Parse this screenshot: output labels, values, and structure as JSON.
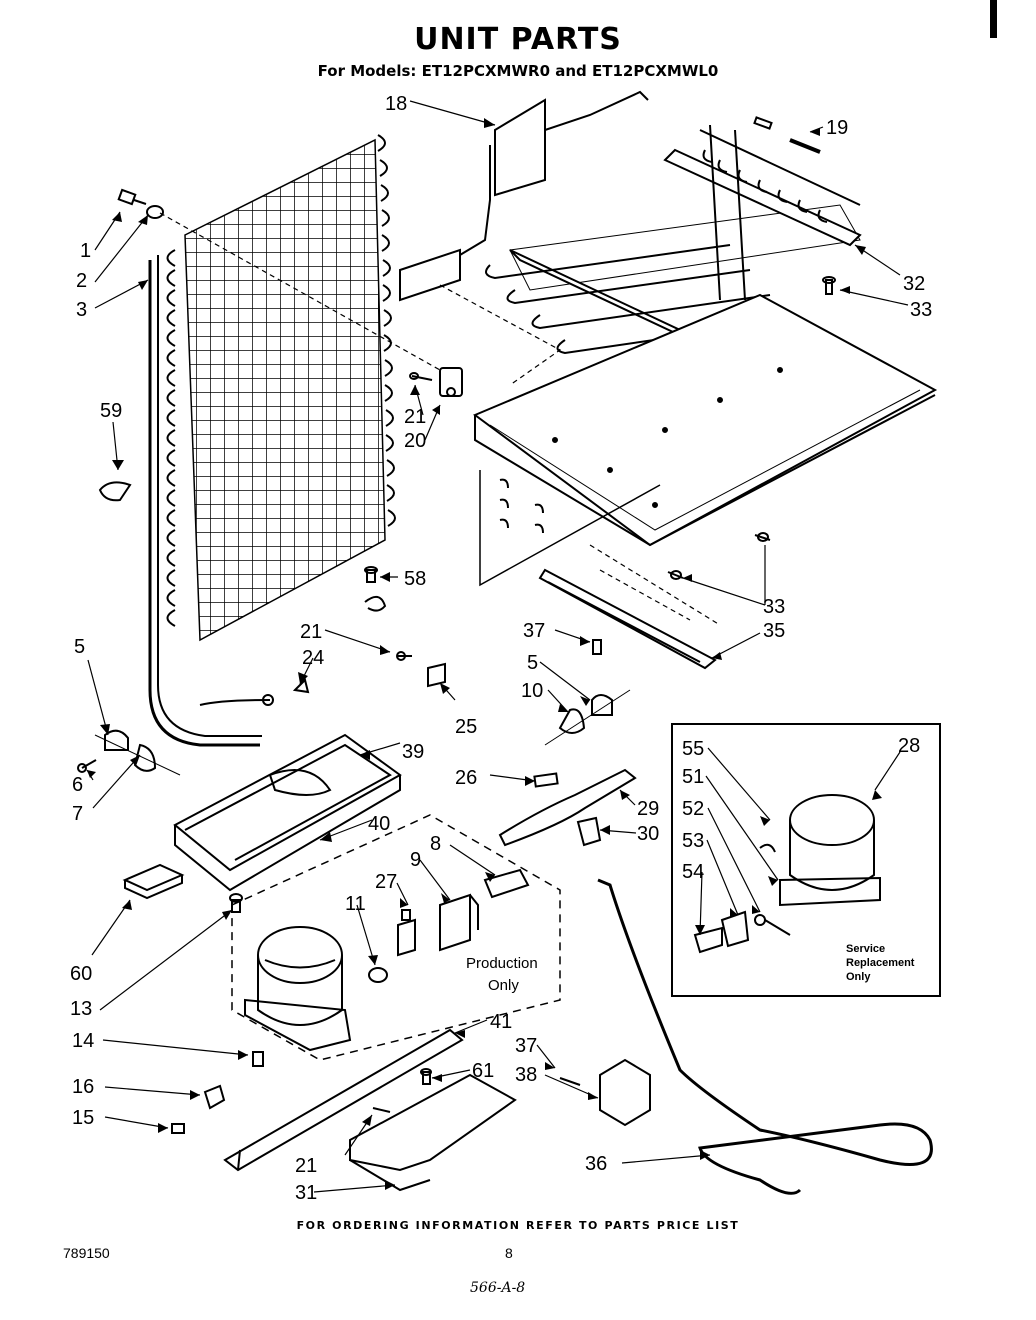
{
  "header": {
    "title": "UNIT PARTS",
    "subtitle": "For Models: ET12PCXMWR0 and ET12PCXMWL0"
  },
  "callouts": {
    "c1": "1",
    "c2": "2",
    "c3": "3",
    "c5a": "5",
    "c5b": "5",
    "c6": "6",
    "c7": "7",
    "c8": "8",
    "c9": "9",
    "c10": "10",
    "c11": "11",
    "c13": "13",
    "c14": "14",
    "c15": "15",
    "c16": "16",
    "c18": "18",
    "c19": "19",
    "c20": "20",
    "c21a": "21",
    "c21b": "21",
    "c21c": "21",
    "c24": "24",
    "c25": "25",
    "c26": "26",
    "c27": "27",
    "c28": "28",
    "c29": "29",
    "c30": "30",
    "c31": "31",
    "c32": "32",
    "c33a": "33",
    "c33b": "33",
    "c35": "35",
    "c36": "36",
    "c37a": "37",
    "c37b": "37",
    "c38": "38",
    "c39": "39",
    "c40": "40",
    "c41": "41",
    "c51": "51",
    "c52": "52",
    "c53": "53",
    "c54": "54",
    "c55": "55",
    "c58": "58",
    "c59": "59",
    "c60": "60",
    "c61": "61"
  },
  "notes": {
    "production_line1": "Production",
    "production_line2": "Only",
    "service_line1": "Service",
    "service_line2": "Replacement",
    "service_line3": "Only"
  },
  "footer": {
    "ordering": "FOR ORDERING INFORMATION REFER TO PARTS PRICE LIST",
    "doc_number": "789150",
    "page_number": "8",
    "handwritten": "566-A-8"
  }
}
